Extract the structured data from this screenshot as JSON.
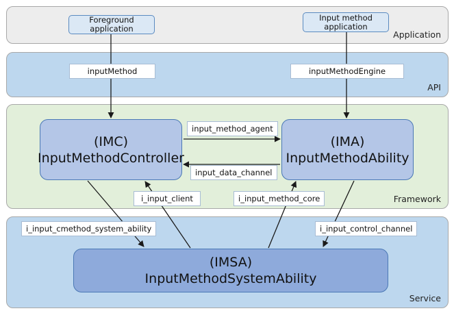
{
  "layers": {
    "application": "Application",
    "api": "API",
    "framework": "Framework",
    "service": "Service"
  },
  "apps": {
    "foreground": [
      "Foreground",
      "application"
    ],
    "input_method": [
      "Input method",
      "application"
    ]
  },
  "components": {
    "imc": [
      "(IMC)",
      "InputMethodController"
    ],
    "ima": [
      "(IMA)",
      "InputMethodAbility"
    ],
    "imsa": [
      "(IMSA)",
      "InputMethodSystemAbility"
    ]
  },
  "interfaces": {
    "input_method": "inputMethod",
    "input_method_engine": "inputMethodEngine",
    "input_method_agent": "input_method_agent",
    "input_data_channel": "input_data_channel",
    "i_input_client": "i_input_client",
    "i_input_method_core": "i_input_method_core",
    "i_input_cmethod_system_ability": "i_input_cmethod_system_ability",
    "i_input_control_channel": "i_input_control_channel"
  },
  "colors": {
    "application_layer": "#ededed",
    "api_layer": "#bdd7ee",
    "framework_layer": "#e2efda",
    "service_layer": "#bdd7ee",
    "component_fill": "#b4c6e7",
    "imsa_fill": "#8eaadb"
  }
}
